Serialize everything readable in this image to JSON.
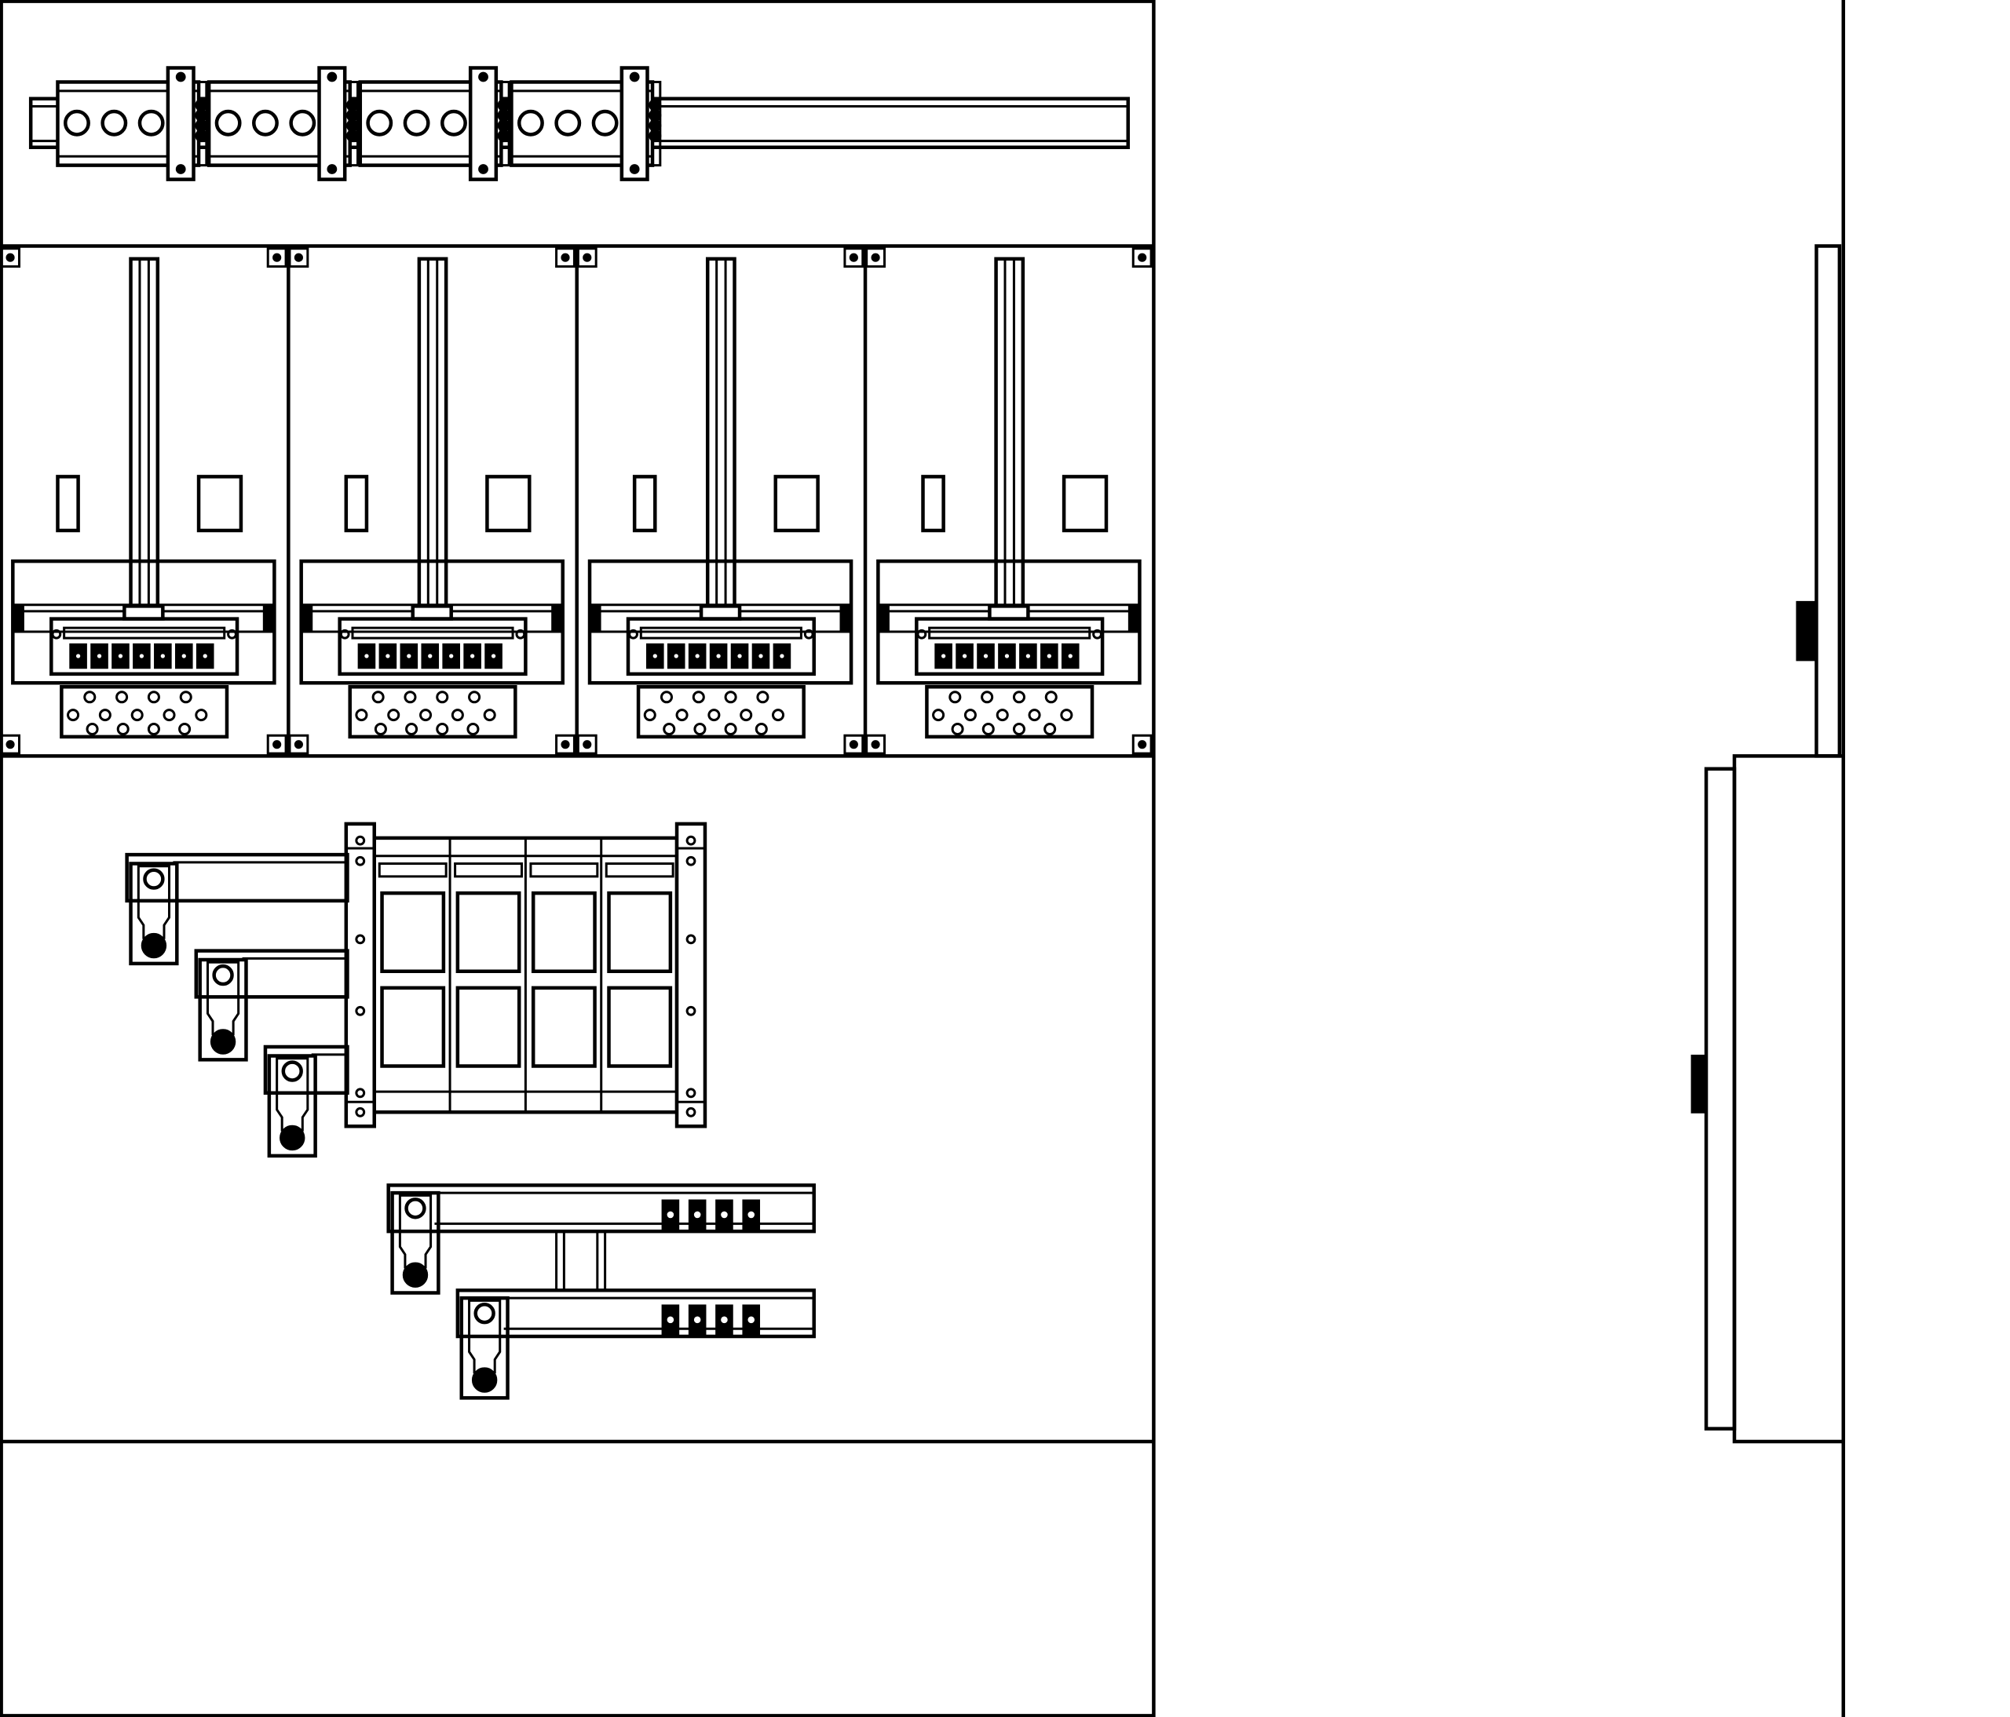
{
  "drawing": {
    "type": "electrical-cabinet-elevation",
    "views": [
      "front-view",
      "side-view"
    ],
    "meter_bays": 4,
    "top_terminal_groups": 4,
    "switch_modules": 4,
    "colors": {
      "stroke": "#000000",
      "background": "#ffffff"
    }
  }
}
